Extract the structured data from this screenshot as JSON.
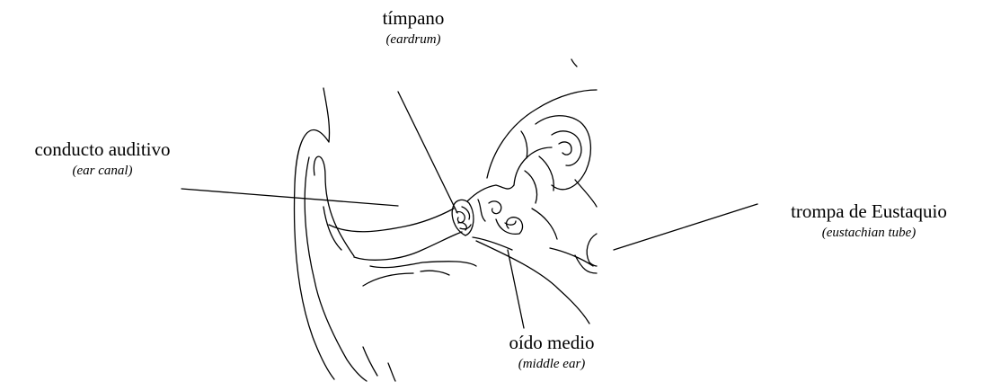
{
  "labels": {
    "timpano": {
      "es": "tímpano",
      "en": "(eardrum)"
    },
    "conducto": {
      "es": "conducto auditivo",
      "en": "(ear canal)"
    },
    "trompa": {
      "es": "trompa de Eustaquio",
      "en": "(eustachian tube)"
    },
    "oido": {
      "es": "oído medio",
      "en": "(middle ear)"
    }
  }
}
